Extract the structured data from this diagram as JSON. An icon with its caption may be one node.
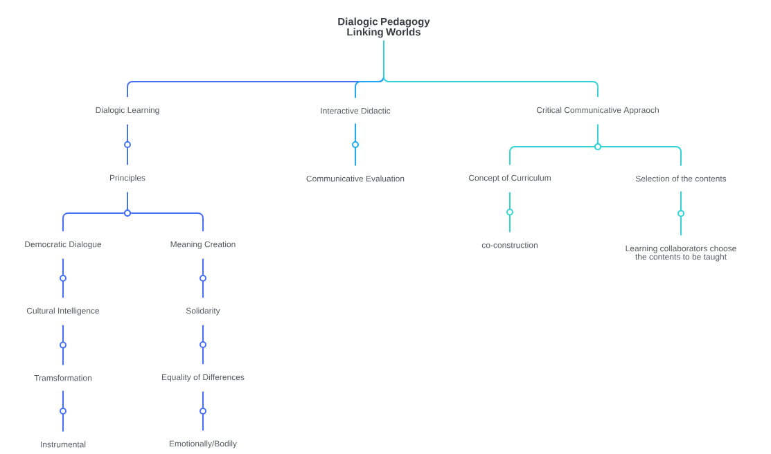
{
  "diagram": {
    "nodes": [
      {
        "text": [
          "Dialogic Pedagogy Linking Worlds"
        ]
      },
      {
        "text": [
          "Dialogic Learning"
        ]
      },
      {
        "text": [
          "Interactive Didactic"
        ]
      },
      {
        "text": [
          "Critical Communicative Appraoch"
        ]
      },
      {
        "text": [
          "Principles"
        ]
      },
      {
        "text": [
          "Communicative Evaluation"
        ]
      },
      {
        "text": [
          "Concept of Curriculum"
        ]
      },
      {
        "text": [
          "Selection of the contents"
        ]
      },
      {
        "text": [
          "Democratic Dialogue"
        ]
      },
      {
        "text": [
          "Meaning Creation"
        ]
      },
      {
        "text": [
          "co-construction"
        ]
      },
      {
        "text": [
          "Learning collaborators choose the contents to be taught"
        ]
      },
      {
        "text": [
          "Cultural Intelligence"
        ]
      },
      {
        "text": [
          "Solidarity"
        ]
      },
      {
        "text": [
          "Tramsformation"
        ]
      },
      {
        "text": [
          "Equality of Differences"
        ]
      },
      {
        "text": [
          "Instrumental"
        ]
      },
      {
        "text": [
          "Emotionally/Bodily"
        ]
      }
    ],
    "edges": [
      {
        "from": 0,
        "to": 1,
        "arrow": "none"
      },
      {
        "from": 0,
        "to": 2,
        "arrow": "none",
        "color": "#1ea8f2"
      },
      {
        "from": 0,
        "to": 3,
        "arrow": "none",
        "color": "#33d4d8"
      },
      {
        "from": 1,
        "to": 4,
        "arrow": "none"
      },
      {
        "from": 2,
        "to": 5,
        "arrow": "none",
        "color": "#1ea8f2"
      },
      {
        "from": 3,
        "to": 6,
        "arrow": "none",
        "color": "#33d4d8"
      },
      {
        "from": 3,
        "to": 7,
        "arrow": "none",
        "color": "#33d4d8"
      },
      {
        "from": 4,
        "to": 8,
        "arrow": "none"
      },
      {
        "from": 4,
        "to": 9,
        "arrow": "none"
      },
      {
        "from": 6,
        "to": 10,
        "arrow": "none",
        "color": "#33d4d8"
      },
      {
        "from": 7,
        "to": 11,
        "arrow": "none",
        "color": "#33d4d8"
      },
      {
        "from": 8,
        "to": 12,
        "arrow": "none"
      },
      {
        "from": 12,
        "to": 14,
        "arrow": "none"
      },
      {
        "from": 14,
        "to": 16,
        "arrow": "none"
      },
      {
        "from": 9,
        "to": 13,
        "arrow": "none"
      },
      {
        "from": 13,
        "to": 15,
        "arrow": "none"
      },
      {
        "from": 15,
        "to": 17,
        "arrow": "none"
      }
    ]
  }
}
